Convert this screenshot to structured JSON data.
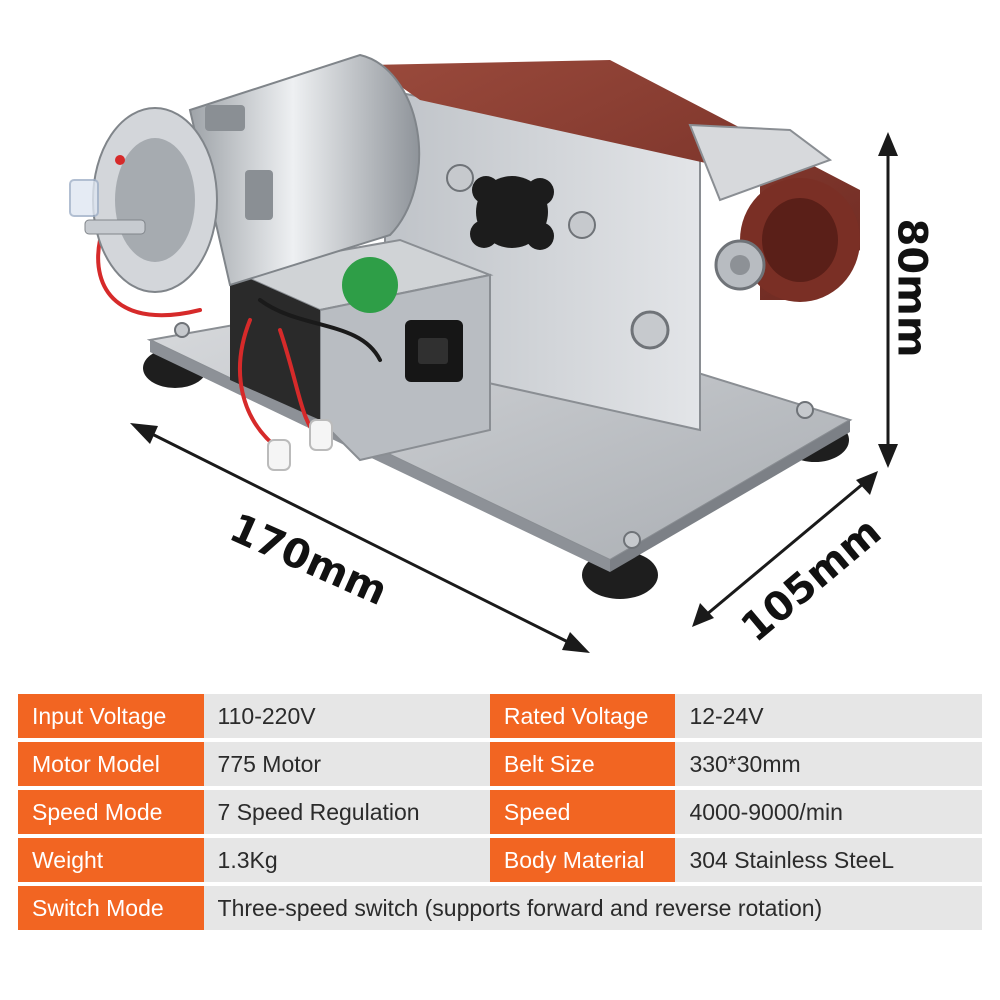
{
  "dimensions": {
    "width": "170mm",
    "depth": "105mm",
    "height": "80mm"
  },
  "colors": {
    "accent": "#f26522",
    "row_bg": "#e6e6e6",
    "belt": "#8b3a2f",
    "metal": "#c9ccd0",
    "label_green": "#2e9e47"
  },
  "specs": {
    "rows": [
      {
        "k1": "Input Voltage",
        "v1": "110-220V",
        "k2": "Rated Voltage",
        "v2": "12-24V"
      },
      {
        "k1": "Motor Model",
        "v1": "775  Motor",
        "k2": "Belt Size",
        "v2": "330*30mm"
      },
      {
        "k1": "Speed Mode",
        "v1": "7 Speed Regulation",
        "k2": "Speed",
        "v2": "4000-9000/min"
      },
      {
        "k1": "Weight",
        "v1": "1.3Kg",
        "k2": "Body Material",
        "v2": "304 Stainless SteeL"
      }
    ],
    "last": {
      "k": "Switch Mode",
      "v": "Three-speed switch (supports forward and reverse rotation)"
    }
  }
}
